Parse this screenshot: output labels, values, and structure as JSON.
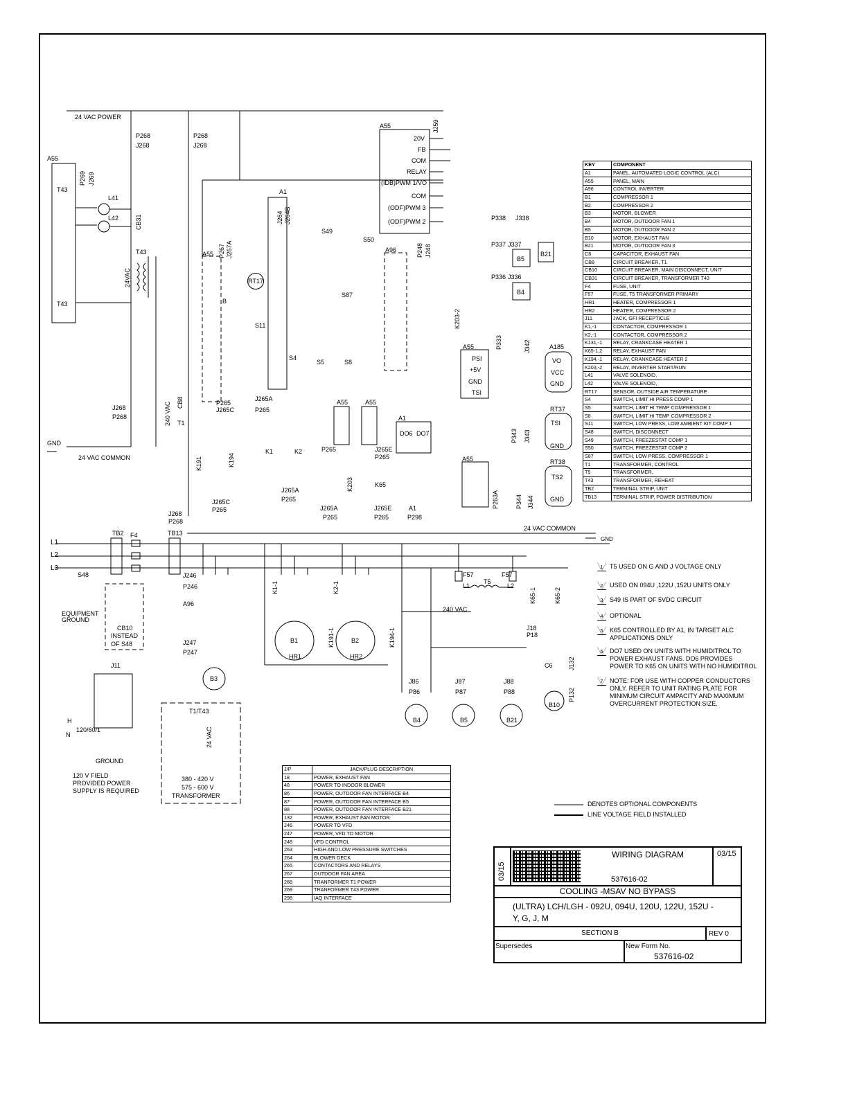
{
  "top_labels": {
    "power": "24 VAC  POWER",
    "common": "24 VAC  COMMON",
    "common2": "24 VAC  COMMON",
    "gnd": "GND",
    "gnd2": "GND",
    "vac240": "240 VAC",
    "vac240b": "240 VAC",
    "vac24": "24VAC"
  },
  "components": {
    "a55_left": "A55",
    "t43_top": "T43",
    "t43_bot": "T43",
    "t43_trans": "T43",
    "l41": "L41",
    "l42": "L42",
    "cb31": "CB31",
    "cb8": "CB8",
    "t1": "T1",
    "p268a": "P268",
    "j268a": "J268",
    "p268b": "P268",
    "j268b": "J268",
    "j269": "J269",
    "p269": "P269",
    "j268c": "J268",
    "p268c": "P268",
    "j268d": "J268",
    "p268d": "P268",
    "a1": "A1",
    "a55_mid": "A55",
    "p267": "P267",
    "j267a": "J267A",
    "rt17": "RT17",
    "s11": "S11",
    "s49": "S49",
    "s50": "S50",
    "s87": "S87",
    "s4": "S4",
    "s5": "S5",
    "s8": "S8",
    "b_lbl": "B",
    "j264": "J264",
    "j264b": "J264B",
    "p265a": "P265",
    "j265c": "J265C",
    "j265a": "J265A",
    "p265b": "P265",
    "k191": "K191",
    "k194": "K194",
    "k1": "K1",
    "k2": "K2",
    "j265a2": "J265A",
    "p265c": "P265",
    "j265c2": "J265C",
    "p265d": "P265",
    "a55_top": "A55",
    "j259": "J259",
    "a55_20v": "20V",
    "a55_fb": "FB",
    "a55_com": "COM",
    "a55_relay": "RELAY",
    "a55_idb": "(IDB)PWM 1/VO",
    "a55_com2": "COM",
    "a55_odf3": "(ODF)PWM 3",
    "a55_odf2": "(ODF)PWM 2",
    "a96": "A96",
    "p248": "P248",
    "j248": "J248",
    "k203_2": "K203-2",
    "p338": "P338",
    "j338": "J338",
    "p337": "P337",
    "j337": "J337",
    "p336": "P336",
    "j336": "J336",
    "b5": "B5",
    "b21": "B21",
    "b4": "B4",
    "a55_psi": "A55",
    "psi": "PSI",
    "p5v": "+5V",
    "gnd_psi": "GND",
    "tsi": "TSI",
    "p333": "P333",
    "j342": "J342",
    "a185": "A185",
    "vo": "VO",
    "vcc": "VCC",
    "gnd_a185": "GND",
    "rt37": "RT37",
    "tsi2": "TSI",
    "gnd_rt37": "GND",
    "p343": "P343",
    "j343": "J343",
    "a55_rt38": "A55",
    "rt38": "RT38",
    "ts2": "TS2",
    "gnd_rt38": "GND",
    "p263a": "P263A",
    "p344": "P344",
    "j344": "J344",
    "a55_k203a": "A55",
    "a55_k203b": "A55",
    "a1_do": "A1",
    "do6": "DO6",
    "do7": "DO7",
    "p265e": "P265",
    "j265e": "J265E",
    "p265f": "P265",
    "k203": "K203",
    "k65": "K65",
    "j265a3": "J265A",
    "p265g": "P265",
    "j265e2": "J265E",
    "p265h": "P265",
    "a1_b": "A1",
    "p298": "P298",
    "l1": "L1",
    "l2": "L2",
    "l3": "L3",
    "tb2": "TB2",
    "f4": "F4",
    "tb13": "TB13",
    "s48": "S48",
    "j246": "J246",
    "p246": "P246",
    "a96b": "A96",
    "j247": "J247",
    "p247": "P247",
    "b3": "B3",
    "equip_ground": "EQUIPMENT GROUND",
    "cb10": "CB10",
    "instead": "INSTEAD",
    "of_s48": "OF S48",
    "j11": "J11",
    "h": "H",
    "n": "N",
    "v120": "120/60/1",
    "ground": "GROUND",
    "field_note": "120 V FIELD",
    "field_note2": "PROVIDED POWER",
    "field_note3": "SUPPLY IS REQUIRED",
    "t1t43": "T1/T43",
    "vac24b": "24 VAC",
    "v380": "380 - 420 V",
    "v575": "575 - 600 V",
    "transformer": "TRANSFORMER",
    "k1_1": "K1-1",
    "k2_1": "K2-1",
    "b1": "B1",
    "b2": "B2",
    "hr1": "HR1",
    "hr2": "HR2",
    "k191_1": "K191-1",
    "k194_1": "K194-1",
    "f57a": "F57",
    "f57b": "F57",
    "t5": "T5",
    "t5l1": "L1",
    "t5l2": "L2",
    "k65_1": "K65-1",
    "k65_2": "K65-2",
    "j18": "J18",
    "p18": "P18",
    "c6": "C6",
    "j132": "J132",
    "p132": "P132",
    "b10": "B10",
    "j86": "J86",
    "p86": "P86",
    "j87": "J87",
    "p87": "P87",
    "j88": "J88",
    "p88": "P88",
    "b4b": "B4",
    "b5b": "B5",
    "b21b": "B21"
  },
  "notes": [
    {
      "num": "1",
      "text": "T5 USED ON G AND J VOLTAGE ONLY"
    },
    {
      "num": "2",
      "text": "USED ON 094U ,122U ,152U UNITS ONLY"
    },
    {
      "num": "3",
      "text": "S49 IS PART OF  5VDC CIRCUIT"
    },
    {
      "num": "4",
      "text": "OPTIONAL"
    },
    {
      "num": "5",
      "text": "K65 CONTROLLED BY A1, IN TARGET ALC",
      "text2": "APPLICATIONS ONLY"
    },
    {
      "num": "6",
      "text": "DO7 USED ON UNITS WITH HUMIDITROL TO",
      "text2": "POWER EXHAUST FANS. DO6 PROVIDES",
      "text3": "POWER TO K65 ON UNITS WITH NO HUMIDITROL"
    },
    {
      "num": "7",
      "text": "NOTE:  FOR USE WITH COPPER CONDUCTORS",
      "text2": "ONLY.  REFER TO UNIT RATING PLATE FOR",
      "text3": "MINIMUM CIRCUIT AMPACITY AND MAXIMUM",
      "text4": "OVERCURRENT PROTECTION SIZE."
    }
  ],
  "legend": {
    "optional": "DENOTES OPTIONAL COMPONENTS",
    "field": "LINE VOLTAGE FIELD INSTALLED"
  },
  "key_table": {
    "headers": [
      "KEY",
      "COMPONENT"
    ],
    "rows": [
      [
        "A1",
        "PANEL, AUTOMATED LOGIC CONTROL (ALC)"
      ],
      [
        "A55",
        "PANEL, MAIN"
      ],
      [
        "A96",
        "CONTROL INVERTER"
      ],
      [
        "B1",
        "COMPRESSOR 1"
      ],
      [
        "B2",
        "COMPRESSOR 2"
      ],
      [
        "B3",
        "MOTOR, BLOWER"
      ],
      [
        "B4",
        "MOTOR, OUTDOOR FAN 1"
      ],
      [
        "B5",
        "MOTOR, OUTDOOR FAN 2"
      ],
      [
        "B10",
        "MOTOR, EXHAUST FAN"
      ],
      [
        "B21",
        "MOTOR, OUTDOOR FAN 3"
      ],
      [
        "C6",
        "CAPACITOR, EXHAUST FAN"
      ],
      [
        "CB8",
        "CIRCUIT BREAKER, T1"
      ],
      [
        "CB10",
        "CIRCUIT BREAKER, MAIN DISCONNECT, UNIT"
      ],
      [
        "CB31",
        "CIRCUIT BREAKER, TRANSFORMER T43"
      ],
      [
        "F4",
        "FUSE, UNIT"
      ],
      [
        "F57",
        "FUSE, T5 TRANSFORMER PRIMARY"
      ],
      [
        "HR1",
        "HEATER, COMPRESSOR 1"
      ],
      [
        "HR2",
        "HEATER, COMPRESSOR 2"
      ],
      [
        "J11",
        "JACK, GFI RECEPTICLE"
      ],
      [
        "K1,-1",
        "CONTACTOR, COMPRESSOR 1"
      ],
      [
        "K2,-1",
        "CONTACTOR, COMPRESSOR 2"
      ],
      [
        "K131,-1",
        "RELAY, CRANKCASE HEATER 1"
      ],
      [
        "K65-1,2",
        "RELAY, EXHAUST FAN"
      ],
      [
        "K194,-1",
        "RELAY, CRANKCASE HEATER 2"
      ],
      [
        "K203,-2",
        "RELAY, INVERTER START/RUN"
      ],
      [
        "L41",
        "VALVE SOLENOID,"
      ],
      [
        "L42",
        "VALVE SOLENOID,"
      ],
      [
        "RT17",
        "SENSOR, OUTSIDE AIR TEMPERATURE"
      ],
      [
        "S4",
        "SWITCH, LIMIT HI PRESS  COMP 1"
      ],
      [
        "S5",
        "SWITCH, LIMIT HI TEMP COMPRESSOR 1"
      ],
      [
        "S8",
        "SWITCH, LIMIT HI TEMP COMPRESSOR 2"
      ],
      [
        "S11",
        "SWITCH, LOW PRESS, LOW AMBIENT KIT COMP 1"
      ],
      [
        "S48",
        "SWITCH, DISCONNECT"
      ],
      [
        "S49",
        "SWITCH, FREEZESTAT COMP 1"
      ],
      [
        "S50",
        "SWITCH, FREEZESTAT COMP 2"
      ],
      [
        "S87",
        "SWITCH, LOW PRESS, COMPRESSOR 1"
      ],
      [
        "T1",
        "TRANSFORMER, CONTROL"
      ],
      [
        "T5",
        "TRANSFORMER,"
      ],
      [
        "T43",
        "TRANSFORMER, REHEAT"
      ],
      [
        "TB2",
        "TERMINAL STRIP, UNIT"
      ],
      [
        "TB13",
        "TERMINAL STRIP, POWER DISTRIBUTION"
      ]
    ]
  },
  "jack_table": {
    "headers": [
      "J/P",
      "JACK/PLUG DESCRIPTION"
    ],
    "rows": [
      [
        "18",
        "POWER, EXHAUST FAN"
      ],
      [
        "48",
        "POWER TO INDOOR BLOWER"
      ],
      [
        "86",
        "POWER, OUTDOOR FAN INTERFACE B4"
      ],
      [
        "87",
        "POWER, OUTDOOR FAN INTERFACE B5"
      ],
      [
        "88",
        "POWER, OUTDOOR FAN INTERFACE B21"
      ],
      [
        "132",
        "POWER, EXHAUST FAN MOTOR"
      ],
      [
        "246",
        "POWER TO VFD"
      ],
      [
        "247",
        "POWER, VFD TO MOTOR"
      ],
      [
        "248",
        "VFD CONTROL"
      ],
      [
        "263",
        "HIGH AND LOW PRESSURE SWITCHES"
      ],
      [
        "264",
        "BLOWER DECK"
      ],
      [
        "265",
        "CONTACTORS AND RELAYS"
      ],
      [
        "267",
        "OUTDOOR FAN AREA"
      ],
      [
        "268",
        "TRANFORMER T1 POWER"
      ],
      [
        "269",
        "TRANFORMER T43 POWER"
      ],
      [
        "298",
        "IAQ INTERFACE"
      ]
    ]
  },
  "title_block": {
    "date_side": "03/15",
    "title": "WIRING DIAGRAM",
    "date": "03/15",
    "form_no": "537616-02",
    "subtitle": "COOLING -MSAV NO BYPASS",
    "models": "(ULTRA) LCH/LGH - 092U, 094U, 120U, 122U, 152U -",
    "models2": "Y, G, J, M",
    "section": "SECTION B",
    "rev": "REV 0",
    "supersedes": "Supersedes",
    "new_form_label": "New Form No.",
    "new_form_no": "537616-02"
  }
}
